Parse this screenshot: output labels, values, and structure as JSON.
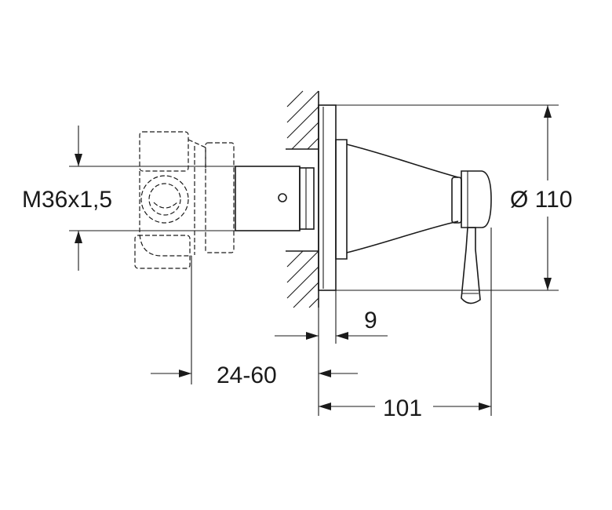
{
  "dimensions": {
    "thread": "M36x1,5",
    "diameter": "Ø 110",
    "plate_thickness": "9",
    "installation_depth": "24-60",
    "projection": "101"
  }
}
